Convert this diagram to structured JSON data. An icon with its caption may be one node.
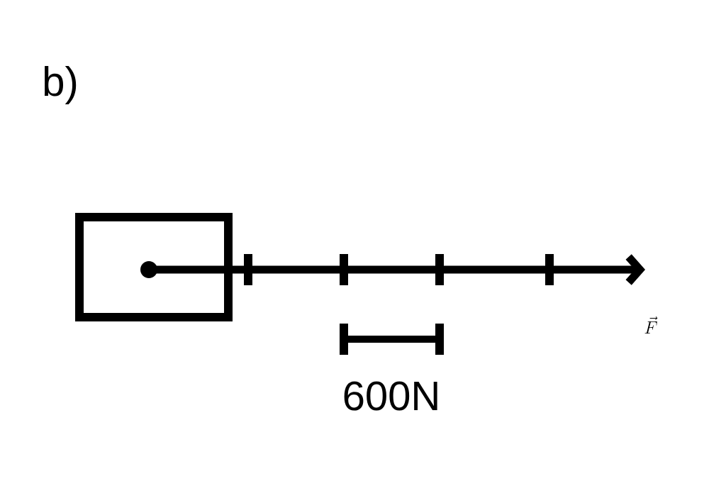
{
  "diagram": {
    "labels": [
      "b)",
      "600N",
      "\\vec{F}"
    ]
  }
}
